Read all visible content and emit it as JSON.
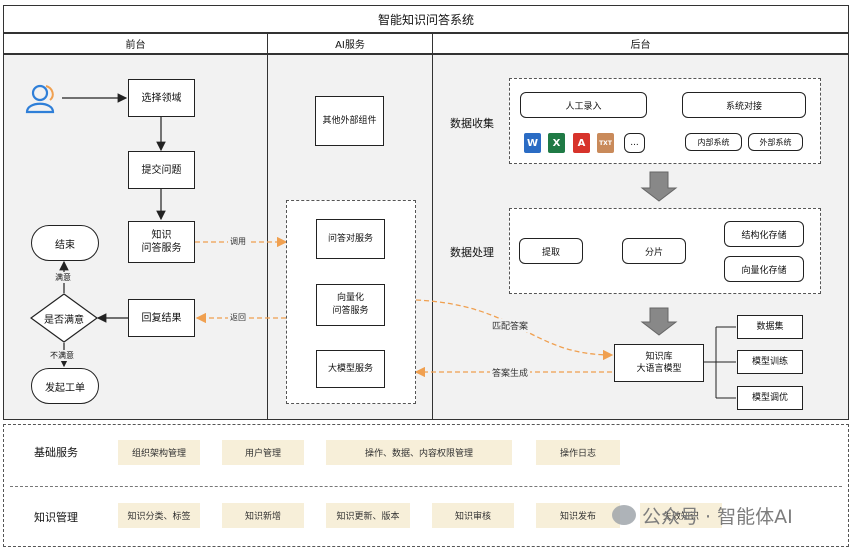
{
  "title": "智能知识问答系统",
  "columns": {
    "front": "前台",
    "ai": "AI服务",
    "back": "后台"
  },
  "front": {
    "select_domain": "选择领域",
    "submit_question": "提交问题",
    "kb_service": "知识\n问答服务",
    "reply_result": "回复结果",
    "satisfied_q": "是否满意",
    "end": "结束",
    "raise_ticket": "发起工单",
    "label_satisfied": "满意",
    "label_unsatisfied": "不满意",
    "label_call": "调用",
    "label_return": "返回"
  },
  "ai": {
    "other_components": "其他外部组件",
    "qa_service": "问答对服务",
    "vector_qa": "向量化\n问答服务",
    "llm_service": "大模型服务"
  },
  "back": {
    "collect_label": "数据收集",
    "manual_entry": "人工录入",
    "system_connect": "系统对接",
    "internal_system": "内部系统",
    "external_system": "外部系统",
    "more": "...",
    "process_label": "数据处理",
    "extract": "提取",
    "chunk": "分片",
    "structured_store": "结构化存储",
    "vector_store": "向量化存储",
    "kb_llm": "知识库\n大语言模型",
    "dataset": "数据集",
    "model_train": "模型训练",
    "model_tune": "模型调优",
    "match_answer": "匹配答案",
    "answer_gen": "答案生成"
  },
  "bottom": {
    "basic_label": "基础服务",
    "basic_items": [
      "组织架构管理",
      "用户管理",
      "操作、数据、内容权限管理",
      "操作日志"
    ],
    "km_label": "知识管理",
    "km_items": [
      "知识分类、标签",
      "知识新增",
      "知识更新、版本",
      "知识审核",
      "知识发布",
      "失效知识"
    ]
  },
  "watermark": "公众号 · 智能体AI",
  "colors": {
    "orange": "#f0a050",
    "word": "#2b6cc4",
    "excel": "#1f7a45",
    "pdf": "#d7332b"
  }
}
